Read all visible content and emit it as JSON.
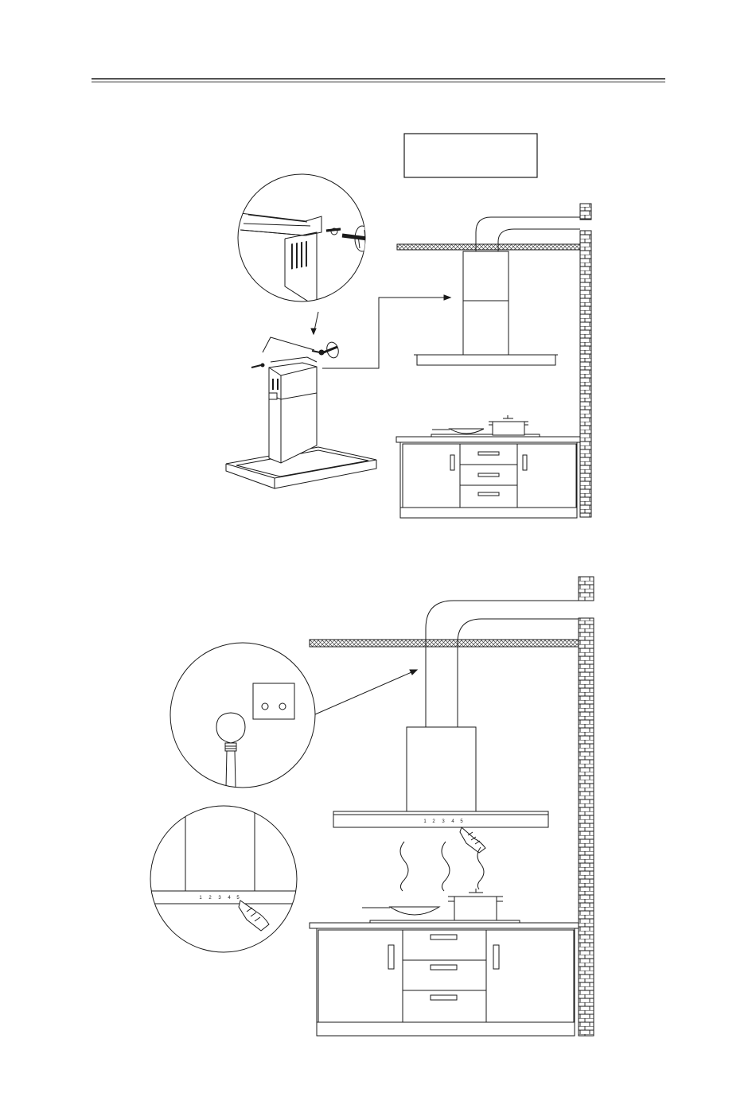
{
  "colors": {
    "ink": "#1a1a1a",
    "paper": "#ffffff",
    "hatch": "#555555"
  },
  "figures": {
    "top": {
      "label_box_text": "",
      "steps": [
        "chimney-screw-fixing",
        "hood-installed-under-ceiling"
      ]
    },
    "bottom": {
      "control_buttons": [
        "1",
        "2",
        "3",
        "4",
        "5"
      ],
      "steps": [
        "plug-into-socket",
        "press-control-button"
      ]
    }
  },
  "icons": [
    "screw-icon",
    "wall-plug-icon",
    "socket-icon",
    "plug-icon",
    "hand-pointer-icon",
    "cooking-pot-icon",
    "frying-pan-icon",
    "steam-icon",
    "brick-wall-icon"
  ]
}
